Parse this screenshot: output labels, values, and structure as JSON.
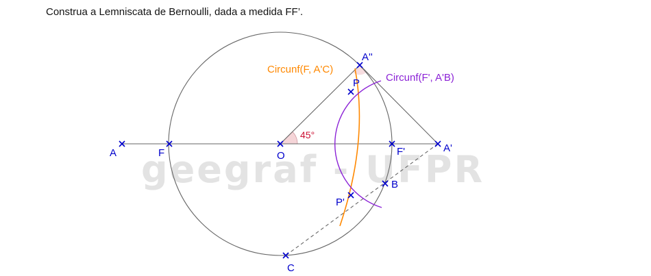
{
  "instruction": "Construa a Lemniscata de Bernoulli, dada a medida FF’.",
  "watermark": "geegraf - UFPR",
  "angle_label": "45°",
  "curve_labels": {
    "circ_f": "Circunf(F, A'C)",
    "circ_fp": "Circunf(F', A'B)"
  },
  "points": {
    "A": "A",
    "F": "F",
    "O": "O",
    "Fp": "F'",
    "Ap": "A'",
    "App": "A''",
    "P": "P",
    "Pp": "P'",
    "B": "B",
    "C": "C"
  },
  "colors": {
    "point": "#0000cc",
    "line": "#666666",
    "orange": "#ff8800",
    "purple": "#8b22d6",
    "angle_text": "#cc1133",
    "angle_fill": "#f5d5d8",
    "watermark": "#e3e3e3"
  }
}
